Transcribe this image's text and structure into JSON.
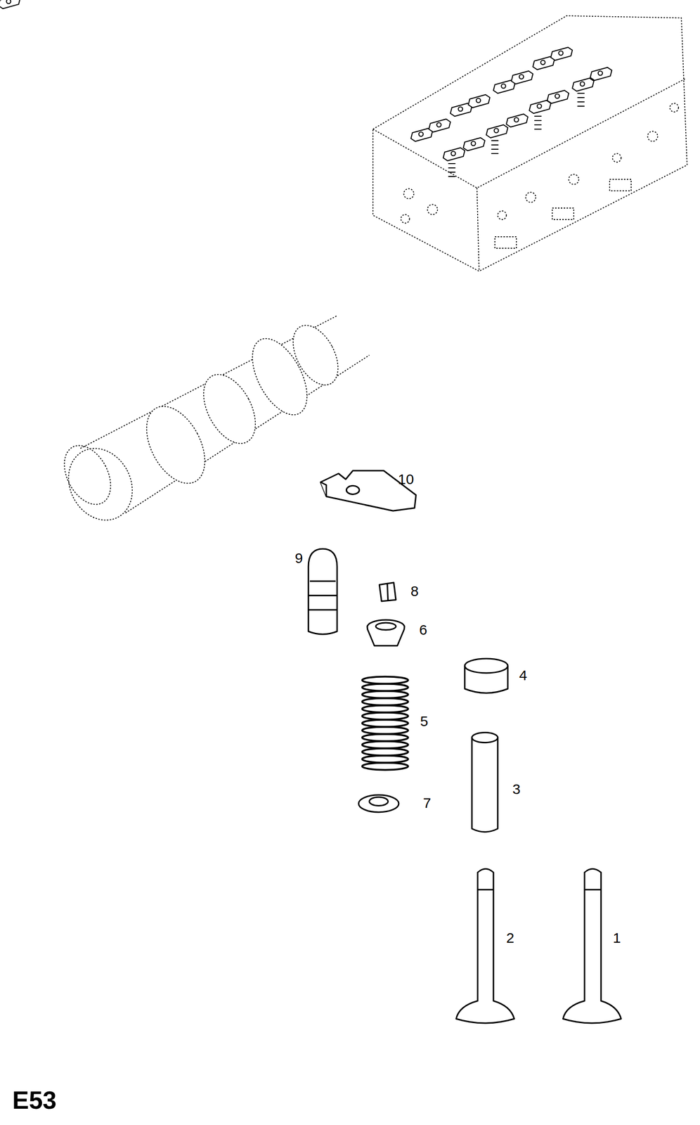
{
  "diagram": {
    "labels": [
      "10",
      "9",
      "8",
      "6",
      "4",
      "5",
      "3",
      "7",
      "2",
      "1",
      "E53"
    ]
  }
}
